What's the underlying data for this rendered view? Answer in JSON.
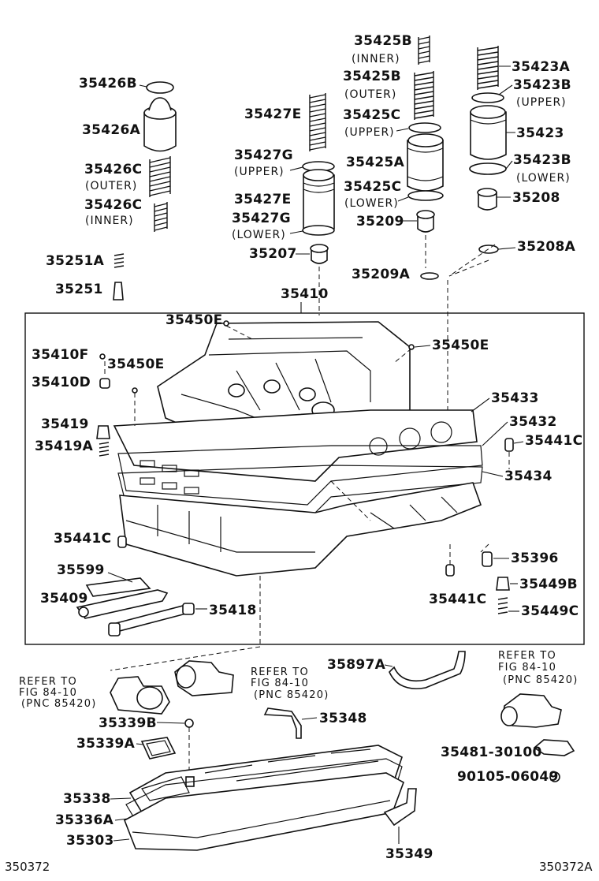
{
  "labels": {
    "p35426B": "35426B",
    "p35426A": "35426A",
    "p35426C_outer": "35426C",
    "q_outer1": "(OUTER)",
    "p35426C_inner": "35426C",
    "q_inner1": "(INNER)",
    "p35427E_top": "35427E",
    "p35427G_upper": "35427G",
    "q_upper1": "(UPPER)",
    "p35427E_mid": "35427E",
    "p35427G_lower": "35427G",
    "q_lower1": "(LOWER)",
    "p35207": "35207",
    "p35425B_inner": "35425B",
    "q_inner2": "(INNER)",
    "p35425B_outer": "35425B",
    "q_outer2": "(OUTER)",
    "p35425C_upper": "35425C",
    "q_upper2": "(UPPER)",
    "p35425A": "35425A",
    "p35425C_lower": "35425C",
    "q_lower2": "(LOWER)",
    "p35209": "35209",
    "p35209A": "35209A",
    "p35423A": "35423A",
    "p35423B_upper": "35423B",
    "q_upper3": "(UPPER)",
    "p35423": "35423",
    "p35423B_lower": "35423B",
    "q_lower3": "(LOWER)",
    "p35208": "35208",
    "p35208A": "35208A",
    "p35251A": "35251A",
    "p35251": "35251",
    "p35410": "35410",
    "p35450E_top": "35450E",
    "p35450E_right": "35450E",
    "p35410F": "35410F",
    "p35450E_left": "35450E",
    "p35410D": "35410D",
    "p35433": "35433",
    "p35432": "35432",
    "p35419": "35419",
    "p35441C_right": "35441C",
    "p35419A": "35419A",
    "p35434": "35434",
    "p35441C_left": "35441C",
    "p35396": "35396",
    "p35599": "35599",
    "p35449B": "35449B",
    "p35409": "35409",
    "p35441C_bottom": "35441C",
    "p35418": "35418",
    "p35449C": "35449C",
    "p35897A": "35897A",
    "p35339B": "35339B",
    "p35348": "35348",
    "p35339A": "35339A",
    "p35481": "35481-30100",
    "p90105": "90105-06049",
    "p35338": "35338",
    "p35336A": "35336A",
    "p35303": "35303",
    "p35349": "35349"
  },
  "refs": {
    "left": {
      "l1": "REFER TO",
      "l2": "FIG 84-10",
      "l3": "(PNC 85420)"
    },
    "center": {
      "l1": "REFER TO",
      "l2": "FIG 84-10",
      "l3": "(PNC 85420)"
    },
    "right": {
      "l1": "REFER TO",
      "l2": "FIG 84-10",
      "l3": "(PNC 85420)"
    }
  },
  "footer": {
    "left_code": "350372",
    "right_code": "350372A"
  }
}
